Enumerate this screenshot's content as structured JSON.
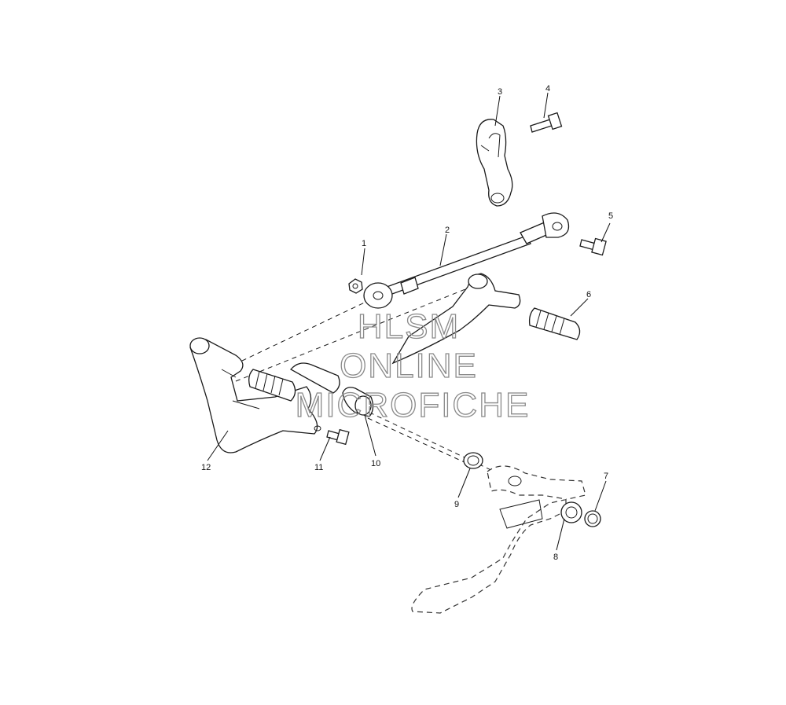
{
  "watermark": {
    "line1": "HLSM",
    "line2": "ONLINE",
    "line3": "MICROFICHE"
  },
  "callouts": [
    {
      "id": "1",
      "label": "1"
    },
    {
      "id": "2",
      "label": "2"
    },
    {
      "id": "3",
      "label": "3"
    },
    {
      "id": "4",
      "label": "4"
    },
    {
      "id": "5",
      "label": "5"
    },
    {
      "id": "6",
      "label": "6"
    },
    {
      "id": "7",
      "label": "7"
    },
    {
      "id": "8",
      "label": "8"
    },
    {
      "id": "9",
      "label": "9"
    },
    {
      "id": "10",
      "label": "10"
    },
    {
      "id": "11",
      "label": "11"
    },
    {
      "id": "12",
      "label": "12"
    }
  ]
}
